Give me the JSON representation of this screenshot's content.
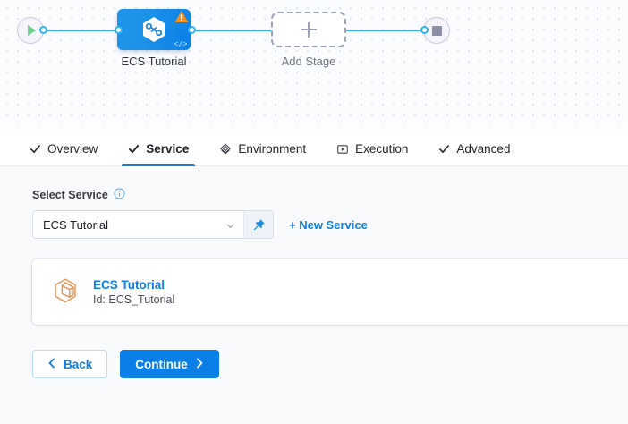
{
  "canvas": {
    "start_node": {
      "name": "start-node",
      "icon": "play-icon"
    },
    "end_node": {
      "name": "end-node",
      "icon": "stop-icon"
    },
    "stage": {
      "label": "ECS Tutorial",
      "icon": "harness-hexagon-icon",
      "badge_icon": "warning-triangle-icon",
      "code_icon": "code-brackets-icon"
    },
    "add_stage": {
      "label": "Add Stage",
      "icon": "plus-icon"
    },
    "colors": {
      "edge": "#29b6f6",
      "stage_gradient_from": "#1e95e8",
      "stage_gradient_to": "#0b80e8",
      "warning": "#f2921d",
      "play": "#6bd18a"
    }
  },
  "tabs": [
    {
      "label": "Overview",
      "icon": "check-icon",
      "active": false
    },
    {
      "label": "Service",
      "icon": "check-icon",
      "active": true
    },
    {
      "label": "Environment",
      "icon": "layers-icon",
      "active": false
    },
    {
      "label": "Execution",
      "icon": "play-box-icon",
      "active": false
    },
    {
      "label": "Advanced",
      "icon": "check-icon",
      "active": false
    }
  ],
  "form": {
    "select_service": {
      "label": "Select Service",
      "info_icon": "info-icon",
      "value": "ECS Tutorial",
      "chevron_icon": "chevron-down-icon",
      "pin_icon": "pin-icon"
    },
    "new_service_link": "+ New Service"
  },
  "service_card": {
    "icon": "cube-outline-icon",
    "title": "ECS Tutorial",
    "id_text": "Id: ECS_Tutorial"
  },
  "footer": {
    "back_label": "Back",
    "back_icon": "chevron-left-icon",
    "continue_label": "Continue",
    "continue_icon": "chevron-right-icon"
  },
  "theme": {
    "accent": "#0b7fe8",
    "pane_bg": "#f8fafc",
    "canvas_bg": "#fbfcfe",
    "service_icon": "#e8914c"
  }
}
